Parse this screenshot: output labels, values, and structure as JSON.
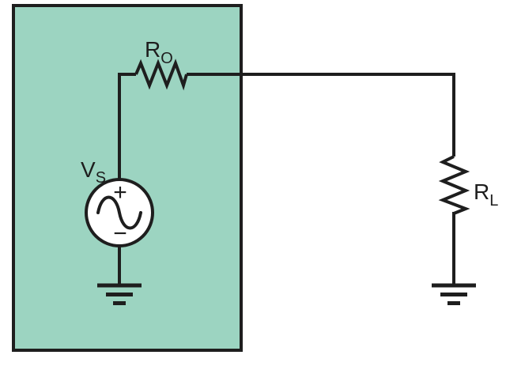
{
  "colors": {
    "background": "#ffffff",
    "source_box_fill": "#9cd4c1",
    "line": "#1e1e1e",
    "source_fill": "#ffffff"
  },
  "labels": {
    "output_resistor": {
      "base": "R",
      "sub": "O"
    },
    "source_voltage": {
      "base": "V",
      "sub": "S"
    },
    "load_resistor": {
      "base": "R",
      "sub": "L"
    },
    "source_plus": "+",
    "source_minus": "−"
  }
}
